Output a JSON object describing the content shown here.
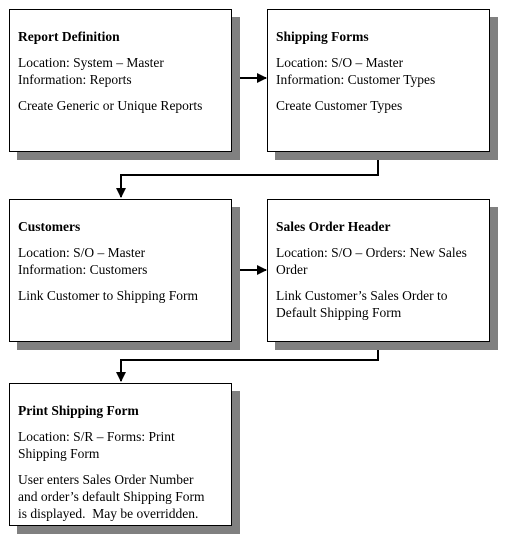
{
  "boxes": {
    "report_definition": {
      "title": "Report Definition",
      "location": "Location: System – Master",
      "location2": "Information: Reports",
      "desc": "Create Generic or Unique Reports"
    },
    "shipping_forms": {
      "title": "Shipping Forms",
      "location": "Location: S/O – Master",
      "location2": "Information: Customer Types",
      "desc": "Create Customer Types"
    },
    "customers": {
      "title": "Customers",
      "location": "Location: S/O – Master",
      "location2": "Information: Customers",
      "desc": "Link Customer to Shipping Form"
    },
    "sales_order_header": {
      "title": "Sales Order Header",
      "location": "Location: S/O – Orders: New Sales",
      "location2": "Order",
      "desc": "Link Customer’s Sales Order to",
      "desc2": "Default Shipping Form"
    },
    "print_shipping_form": {
      "title": "Print Shipping Form",
      "location": "Location: S/R – Forms: Print",
      "location2": "Shipping Form",
      "desc": "User enters Sales Order Number",
      "desc2": "and order’s default Shipping Form",
      "desc3": "is displayed.  May be overridden."
    }
  },
  "colors": {
    "border": "#000000",
    "shadow": "#808080",
    "background": "#ffffff"
  }
}
